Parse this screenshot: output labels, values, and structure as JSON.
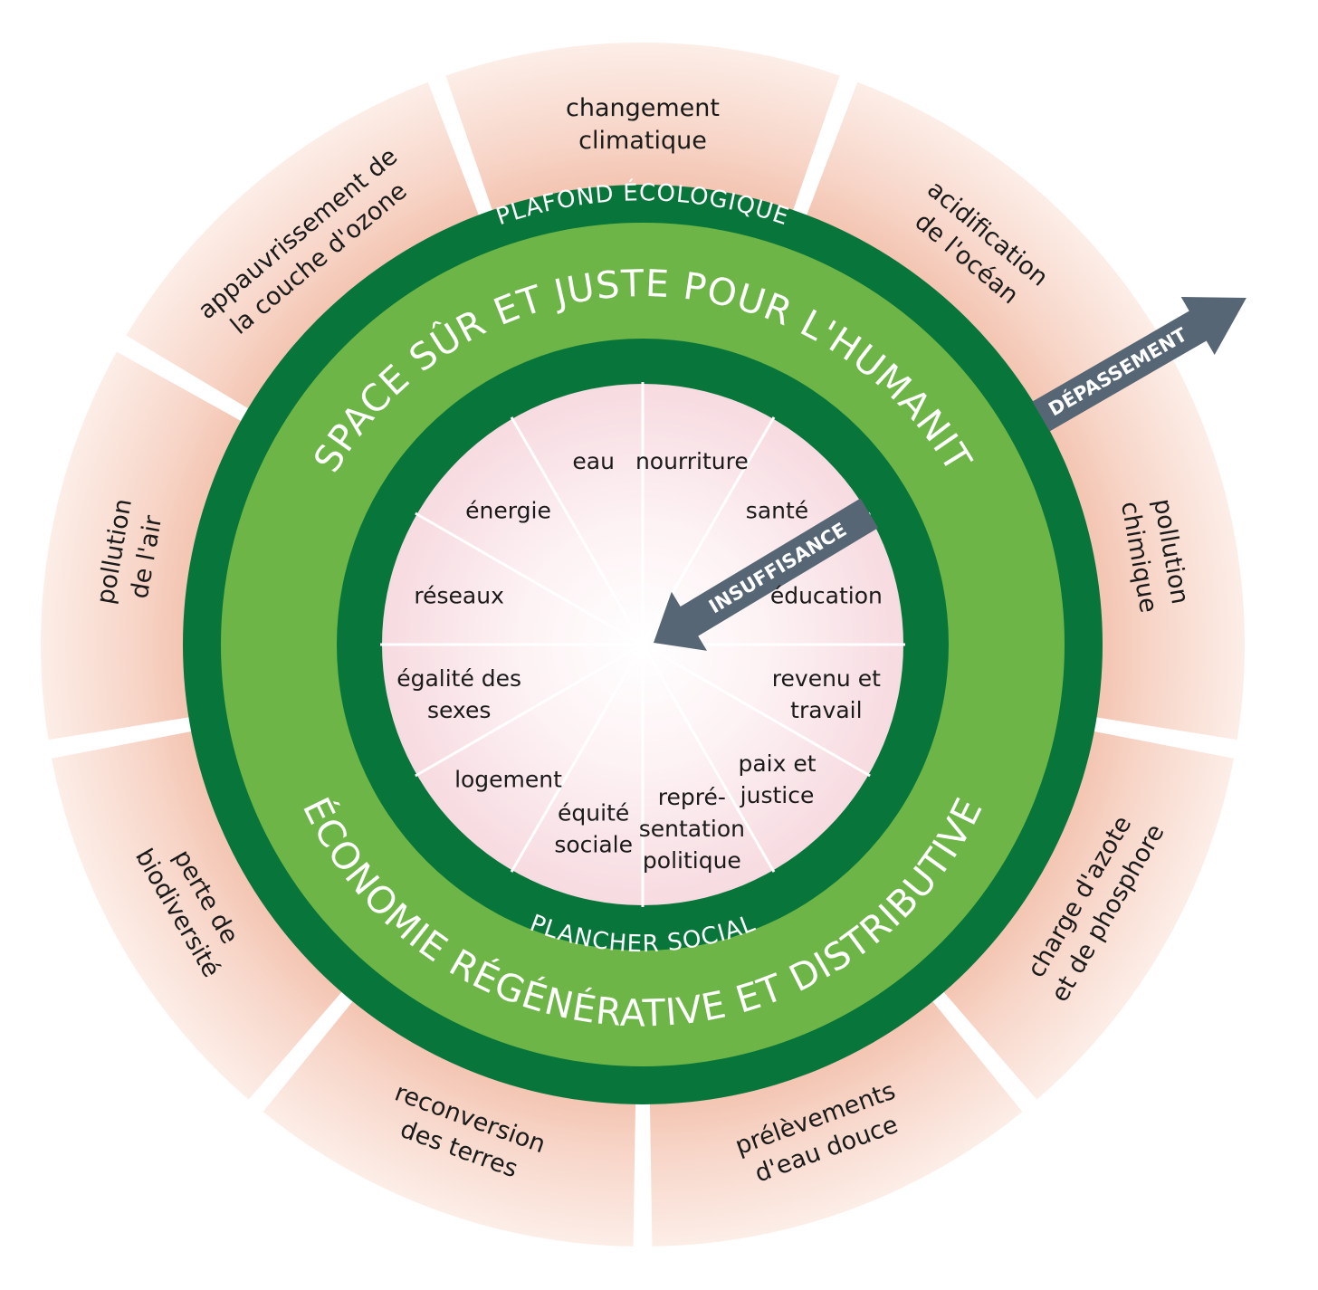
{
  "colors": {
    "dark_green": "#08763b",
    "light_green": "#6db546",
    "arrow_gray": "#566674",
    "outer_segment": "#f4c5b2",
    "inner_segment": "#f8e0e4"
  },
  "ecological_ceiling": {
    "label": "PLAFOND ÉCOLOGIQUE",
    "dimensions": [
      {
        "lines": [
          "changement",
          "climatique"
        ]
      },
      {
        "lines": [
          "acidification",
          "de l'océan"
        ]
      },
      {
        "lines": [
          "pollution",
          "chimique"
        ]
      },
      {
        "lines": [
          "charge d'azote",
          "et de phosphore"
        ]
      },
      {
        "lines": [
          "prélèvements",
          "d'eau douce"
        ]
      },
      {
        "lines": [
          "reconversion",
          "des terres"
        ]
      },
      {
        "lines": [
          "perte de",
          "biodiversité"
        ]
      },
      {
        "lines": [
          "pollution",
          "de l'air"
        ]
      },
      {
        "lines": [
          "appauvrissement de",
          "la couche d'ozone"
        ]
      }
    ]
  },
  "safe_space": {
    "top_label": "ESPACE SÛR ET JUSTE POUR L'HUMANITÉ",
    "bottom_label": "ÉCONOMIE RÉGÉNÉRATIVE ET DISTRIBUTIVE"
  },
  "social_foundation": {
    "label": "PLANCHER SOCIAL",
    "dimensions": [
      {
        "lines": [
          "nourriture"
        ]
      },
      {
        "lines": [
          "santé"
        ]
      },
      {
        "lines": [
          "éducation"
        ]
      },
      {
        "lines": [
          "revenu et",
          "travail"
        ]
      },
      {
        "lines": [
          "paix et",
          "justice"
        ]
      },
      {
        "lines": [
          "repré-",
          "sentation",
          "politique"
        ]
      },
      {
        "lines": [
          "équité",
          "sociale"
        ]
      },
      {
        "lines": [
          "logement"
        ]
      },
      {
        "lines": [
          "égalité des",
          "sexes"
        ]
      },
      {
        "lines": [
          "réseaux"
        ]
      },
      {
        "lines": [
          "énergie"
        ]
      },
      {
        "lines": [
          "eau"
        ]
      }
    ]
  },
  "arrows": {
    "overshoot": "DÉPASSEMENT",
    "shortfall": "INSUFFISANCE"
  }
}
